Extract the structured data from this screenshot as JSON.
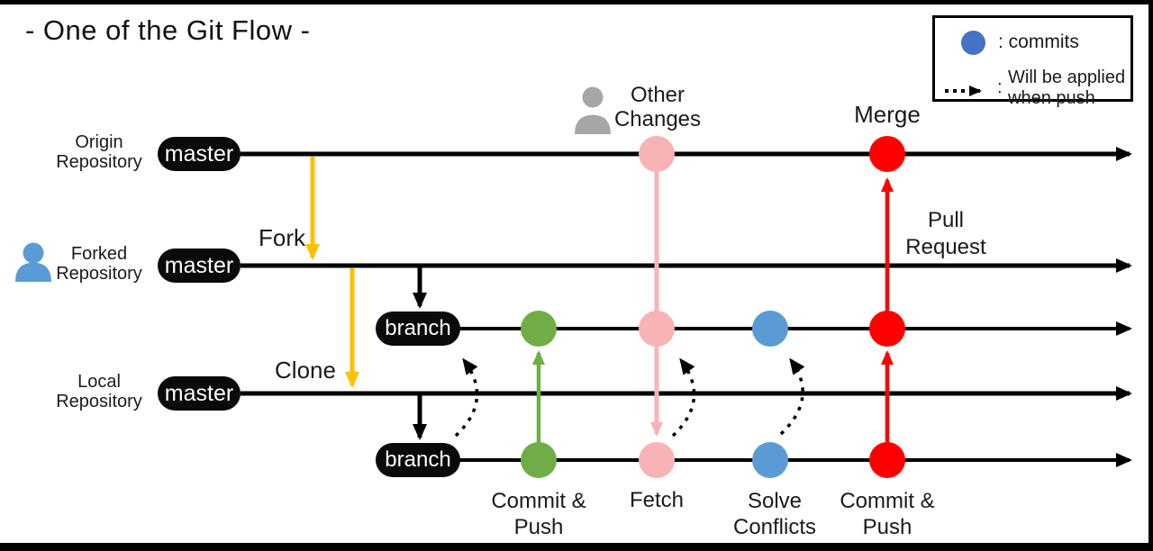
{
  "title": "- One of the Git Flow -",
  "legend": {
    "commits": ": commits",
    "dotted_colon": ":",
    "dotted_label": "Will be applied\nwhen push"
  },
  "lanes": {
    "origin": {
      "label": "Origin\nRepository",
      "tag": "master"
    },
    "forked": {
      "label": "Forked\nRepository",
      "tag": "master"
    },
    "forked_branch": {
      "tag": "branch"
    },
    "local": {
      "label": "Local\nRepository",
      "tag": "master"
    },
    "local_branch": {
      "tag": "branch"
    }
  },
  "annotations": {
    "fork": "Fork",
    "clone": "Clone",
    "other_changes": "Other\nChanges",
    "merge": "Merge",
    "pull_request": "Pull\nRequest",
    "commit_push_left": "Commit &\nPush",
    "fetch": "Fetch",
    "solve_conflicts": "Solve\nConflicts",
    "commit_push_right": "Commit &\nPush"
  },
  "colors": {
    "commit_blue": "#5B9BD5",
    "legend_blue": "#4472C4",
    "green": "#70AD47",
    "pink": "#F8B3B6",
    "red": "#FF0000",
    "yellow": "#FFC000",
    "gray_person": "#A6A6A6",
    "pill_black": "#0A0A0A"
  }
}
